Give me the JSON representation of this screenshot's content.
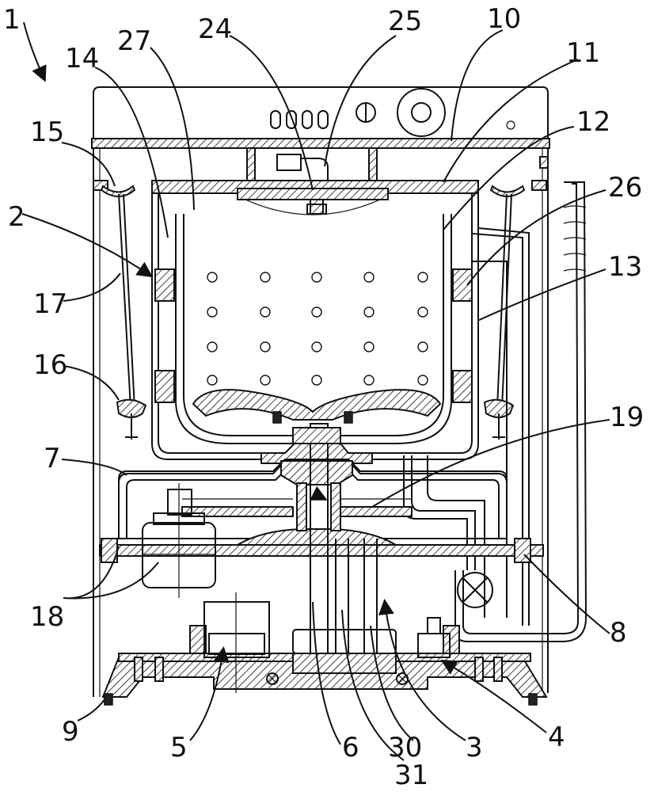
{
  "figure": {
    "labels": [
      {
        "id": "L1",
        "text": "1"
      },
      {
        "id": "L2",
        "text": "2"
      },
      {
        "id": "L3",
        "text": "3"
      },
      {
        "id": "L4",
        "text": "4"
      },
      {
        "id": "L5",
        "text": "5"
      },
      {
        "id": "L6",
        "text": "6"
      },
      {
        "id": "L7",
        "text": "7"
      },
      {
        "id": "L8",
        "text": "8"
      },
      {
        "id": "L9",
        "text": "9"
      },
      {
        "id": "L10",
        "text": "10"
      },
      {
        "id": "L11",
        "text": "11"
      },
      {
        "id": "L12",
        "text": "12"
      },
      {
        "id": "L13",
        "text": "13"
      },
      {
        "id": "L14",
        "text": "14"
      },
      {
        "id": "L15",
        "text": "15"
      },
      {
        "id": "L16",
        "text": "16"
      },
      {
        "id": "L17",
        "text": "17"
      },
      {
        "id": "L18",
        "text": "18"
      },
      {
        "id": "L19",
        "text": "19"
      },
      {
        "id": "L24",
        "text": "24"
      },
      {
        "id": "L25",
        "text": "25"
      },
      {
        "id": "L26",
        "text": "26"
      },
      {
        "id": "L27",
        "text": "27"
      },
      {
        "id": "L30",
        "text": "30"
      },
      {
        "id": "L31",
        "text": "31"
      }
    ]
  }
}
